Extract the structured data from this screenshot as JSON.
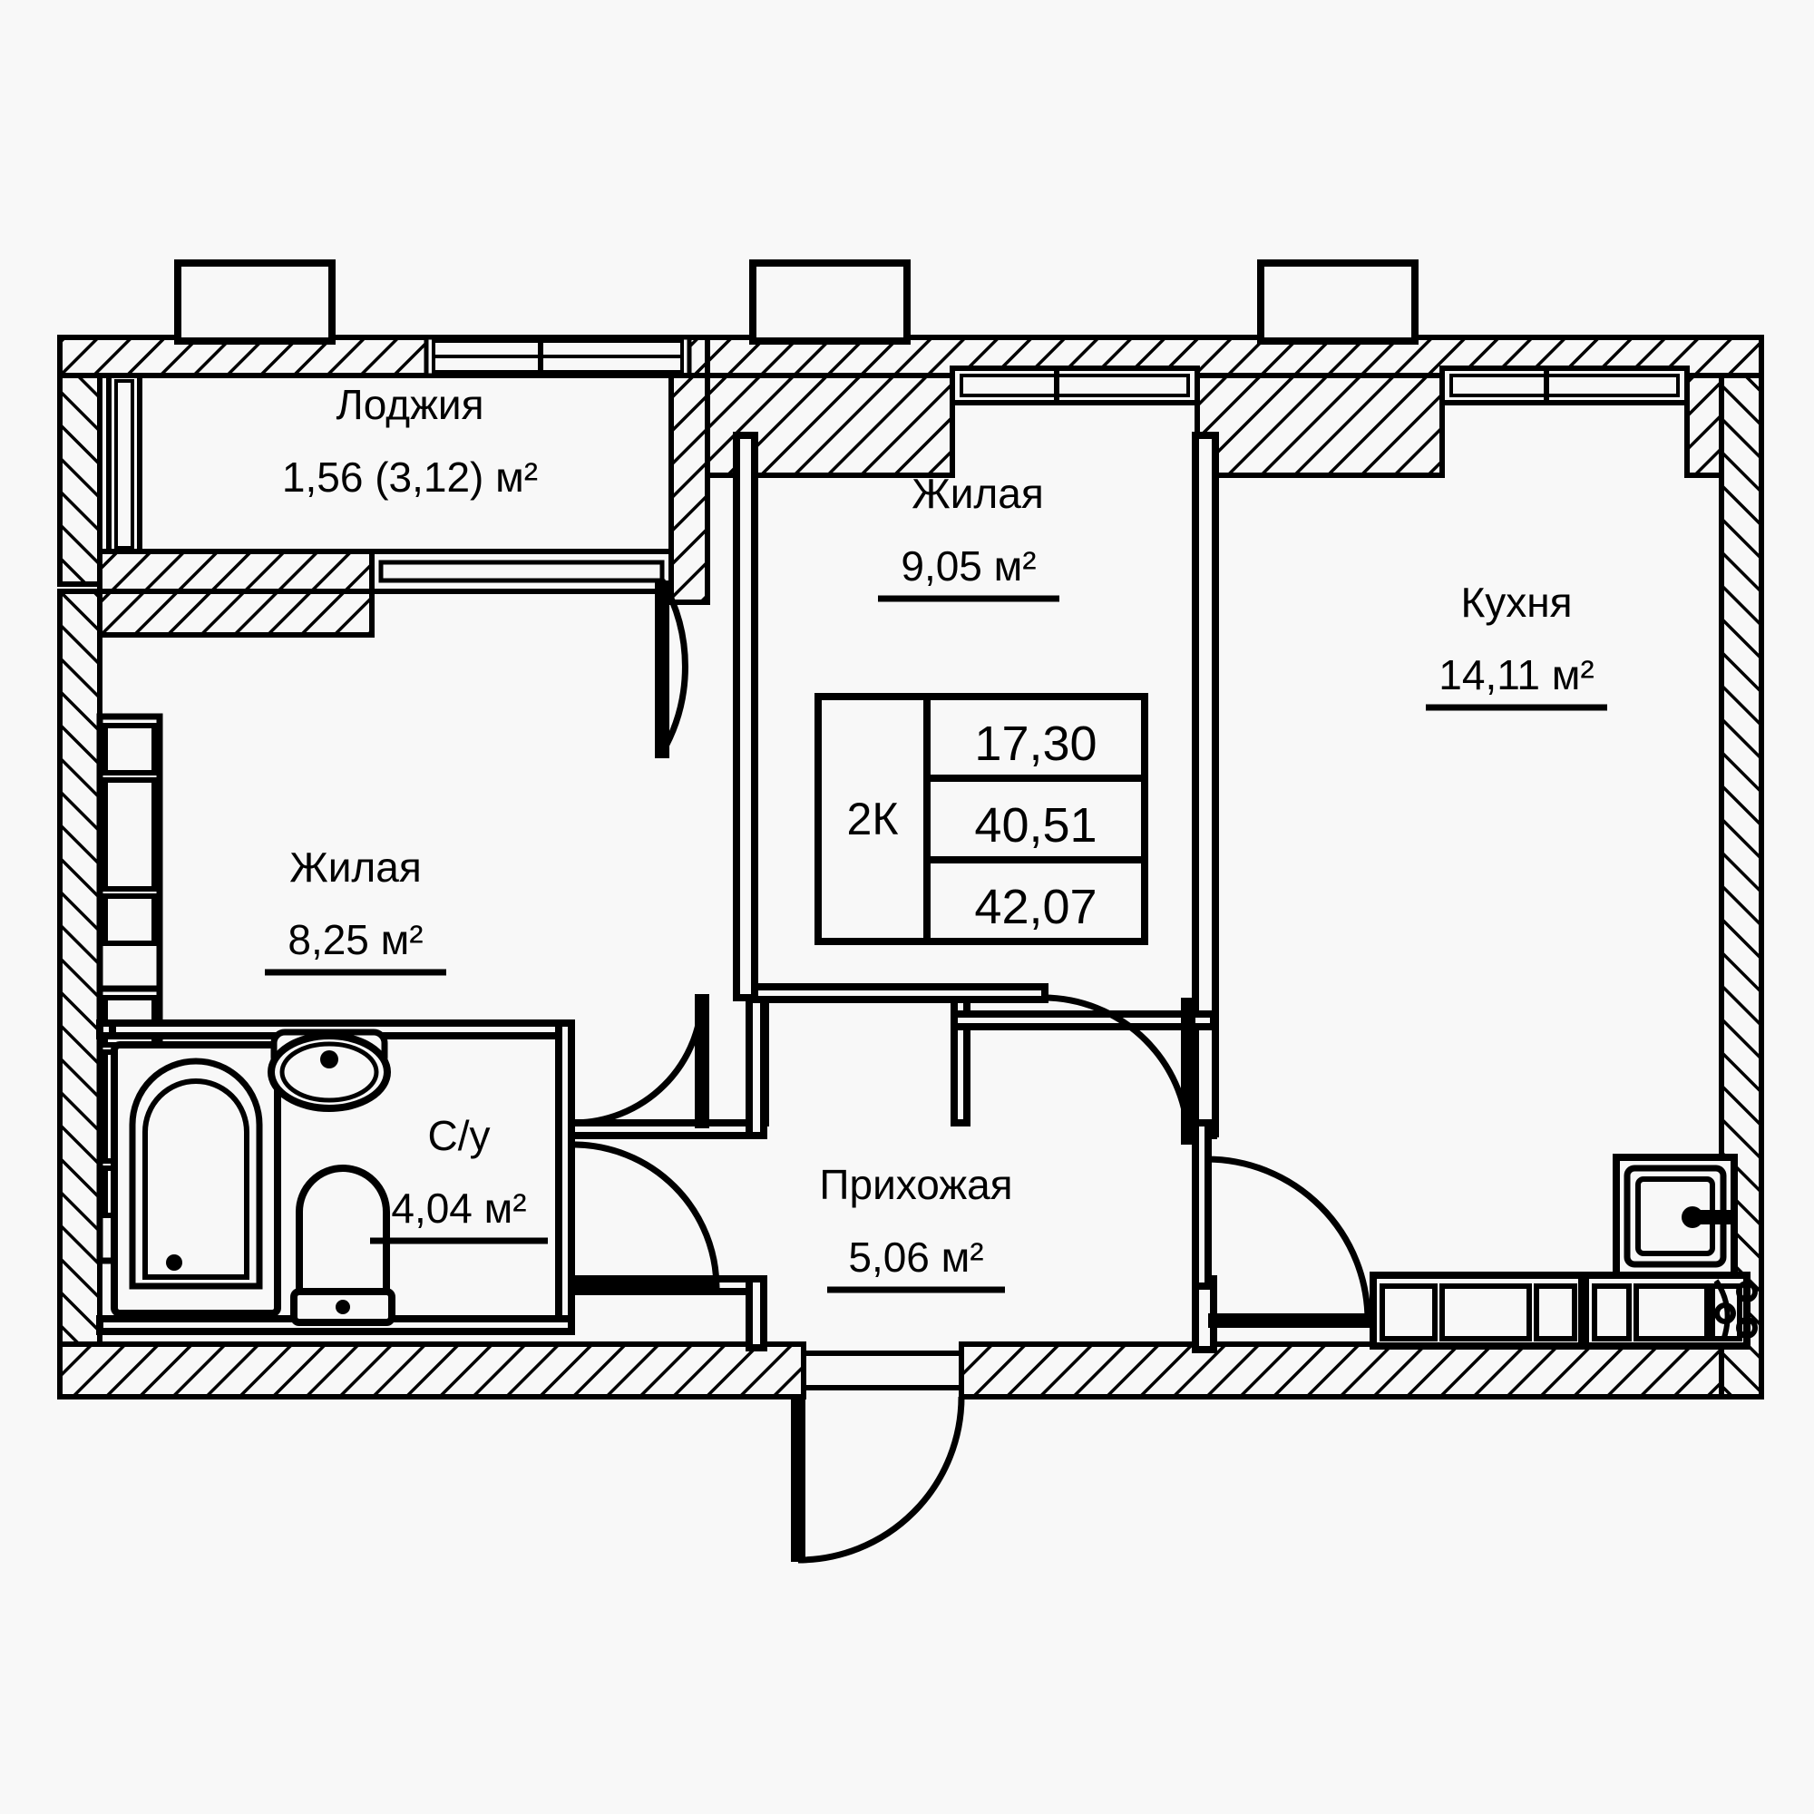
{
  "plan": {
    "background_color": "#f8f8f8",
    "line_color": "#000000",
    "unit_table": {
      "type_label": "2К",
      "living_area": "17,30",
      "total_area_without_loggia": "40,51",
      "total_area_with_loggia": "42,07"
    },
    "rooms": [
      {
        "key": "loggia",
        "name": "Лоджия",
        "area": "1,56 (3,12) м²"
      },
      {
        "key": "living_top",
        "name": "Жилая",
        "area": "9,05 м²"
      },
      {
        "key": "kitchen",
        "name": "Кухня",
        "area": "14,11 м²"
      },
      {
        "key": "living_left",
        "name": "Жилая",
        "area": "8,25 м²"
      },
      {
        "key": "bathroom",
        "name": "С/у",
        "area": "4,04 м²"
      },
      {
        "key": "hallway",
        "name": "Прихожая",
        "area": "5,06 м²"
      }
    ]
  }
}
